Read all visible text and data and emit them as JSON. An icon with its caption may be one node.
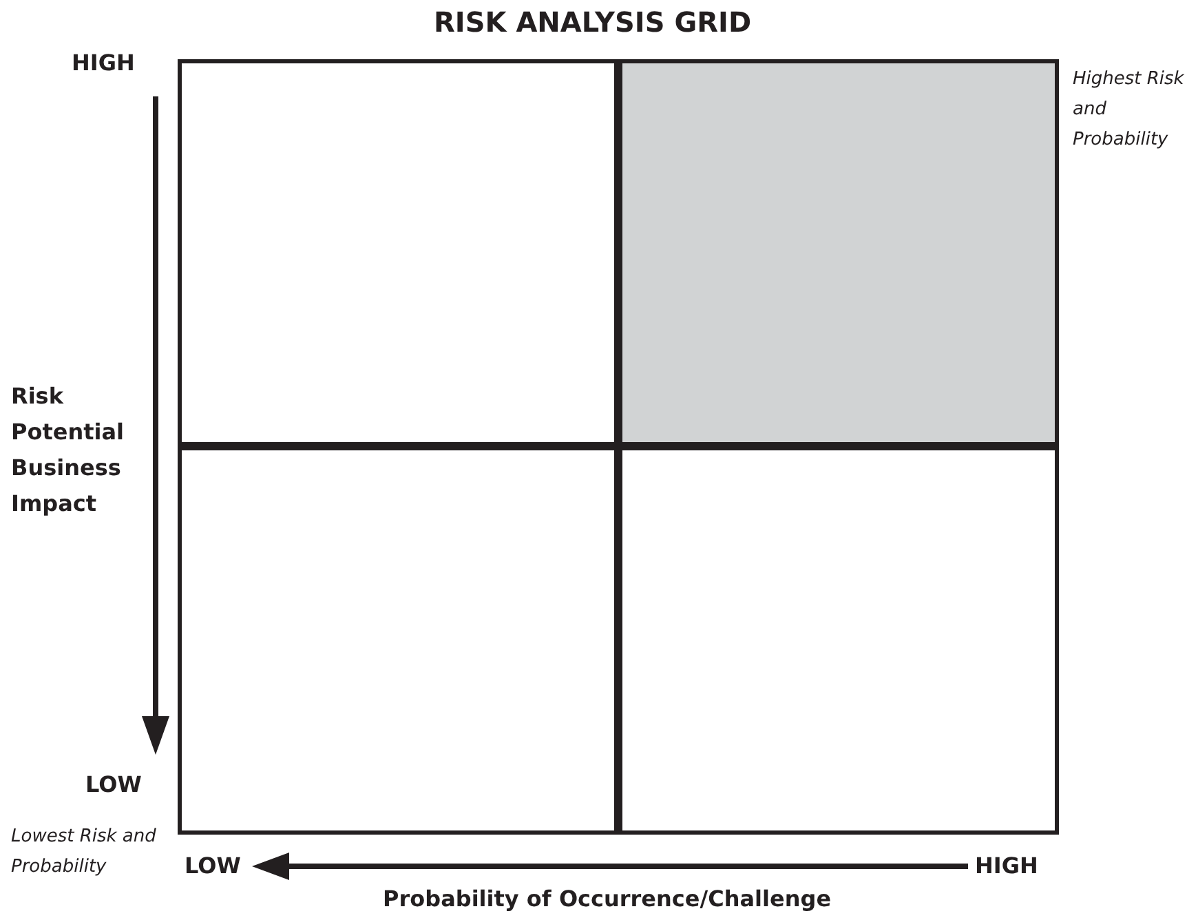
{
  "diagram": {
    "title": "RISK ANALYSIS GRID",
    "nodes": [
      {
        "text": [],
        "shape": "box"
      },
      {
        "text": [],
        "shape": "box",
        "beside": [
          "Highest Risk and Probability"
        ]
      },
      {
        "text": [],
        "shape": "box",
        "beside": [
          "Lowest Risk and Probability"
        ]
      },
      {
        "text": [],
        "shape": "box"
      }
    ],
    "edges": [],
    "labels": [
      "HIGH",
      "Risk Potential Business Impact",
      "LOW",
      "LOW",
      "HIGH",
      "Probability of Occurrence/Challenge"
    ]
  }
}
